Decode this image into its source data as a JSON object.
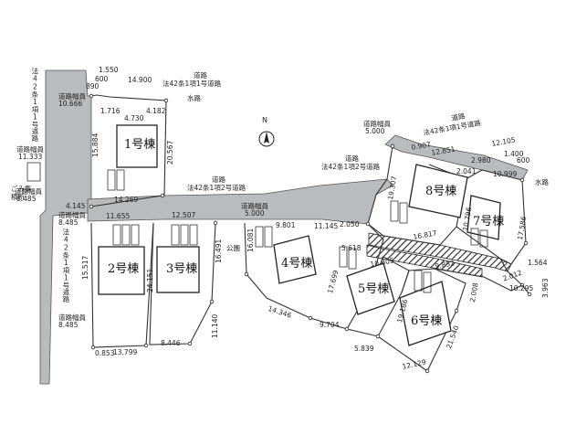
{
  "colors": {
    "road": "#b9bcbf",
    "line": "#333333",
    "hatch": "#222222",
    "background": "#ffffff"
  },
  "compass": {
    "label": "N"
  },
  "buildings": [
    "1号棟",
    "2号棟",
    "3号棟",
    "4号棟",
    "5号棟",
    "6号棟",
    "7号棟",
    "8号棟"
  ],
  "roads": {
    "north_road": "道路",
    "north_road_class": "法42条1項1号道路",
    "waterway_1": "水路",
    "west_road_v": "法42条1項1号道路",
    "west_road_v2": "法42条1項1号道路",
    "center_road": "道路",
    "center_road_class": "法42条1項2号道路",
    "east_road": "道路",
    "east_road_class": "法42条1項2号道路",
    "ne_road": "道路",
    "ne_road_class": "法42条1項1号道路",
    "waterway_2": "水路",
    "garbage": "ごみ集積所",
    "park": "公園"
  },
  "widths": {
    "w1_label": "道路幅員",
    "w1_value": "10.666",
    "w2_label": "道路幅員",
    "w2_value": "11.333",
    "w3_label": "道路幅員",
    "w3_value": "8.485",
    "w4_label": "道路幅員",
    "w4_value": "8.485",
    "w5_label": "道路幅員",
    "w5_value": "8.485",
    "w6_label": "道路幅員",
    "w6_value": "5.000",
    "w7_label": "道路幅員",
    "w7_value": "5.000"
  },
  "dims": [
    "1.550",
    "14.900",
    "600",
    "890",
    "1.716",
    "4.730",
    "4.182",
    "15.884",
    "20.567",
    "4.145",
    "14.269",
    "11.655",
    "12.507",
    "9.801",
    "11.145",
    "16.081",
    "16.491",
    "24.151",
    "15.517",
    "13.799",
    "0.853",
    "8.446",
    "11.140",
    "14.346",
    "9.704",
    "5.839",
    "12.129",
    "21.540",
    "19.186",
    "17.699",
    "10.805",
    "5.618",
    "16.817",
    "2.050",
    "19.307",
    "0.907",
    "12.851",
    "2.980",
    "12.105",
    "1.400",
    "600",
    "10.999",
    "2.041",
    "10.796",
    "17.586",
    "1.564",
    "2.012",
    "10.295",
    "3.963",
    "9.852",
    "2.008"
  ]
}
